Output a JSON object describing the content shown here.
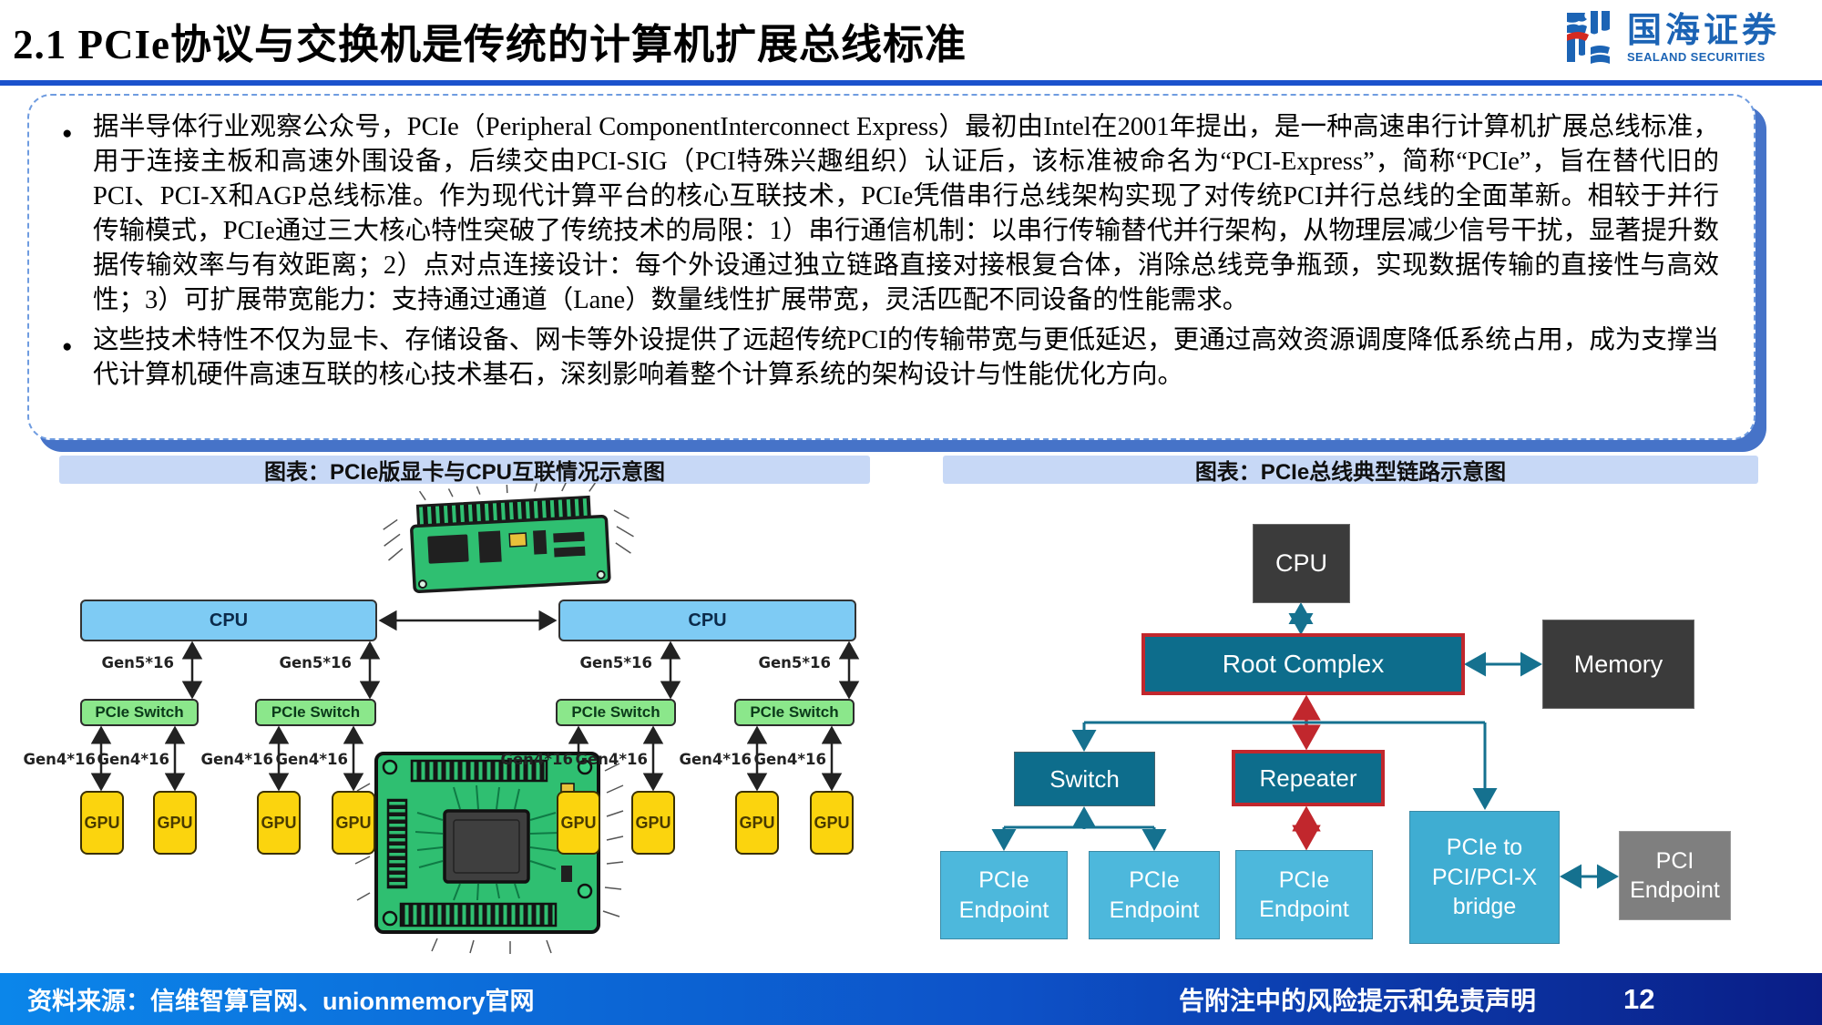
{
  "header": {
    "title": "2.1 PCIe协议与交换机是传统的计算机扩展总线标准",
    "logo": {
      "cn": "国海证券",
      "en": "SEALAND SECURITIES"
    }
  },
  "bullets": [
    "据半导体行业观察公众号，PCIe（Peripheral ComponentInterconnect Express）最初由Intel在2001年提出，是一种高速串行计算机扩展总线标准，用于连接主板和高速外围设备，后续交由PCI-SIG（PCI特殊兴趣组织）认证后，该标准被命名为“PCI-Express”，简称“PCIe”，旨在替代旧的PCI、PCI-X和AGP总线标准。作为现代计算平台的核心互联技术，PCIe凭借串行总线架构实现了对传统PCI并行总线的全面革新。相较于并行传输模式，PCIe通过三大核心特性突破了传统技术的局限：1）串行通信机制：以串行传输替代并行架构，从物理层减少信号干扰，显著提升数据传输效率与有效距离；2）点对点连接设计：每个外设通过独立链路直接对接根复合体，消除总线竞争瓶颈，实现数据传输的直接性与高效性；3）可扩展带宽能力：支持通过通道（Lane）数量线性扩展带宽，灵活匹配不同设备的性能需求。",
    "这些技术特性不仅为显卡、存储设备、网卡等外设提供了远超传统PCI的传输带宽与更低延迟，更通过高效资源调度降低系统占用，成为支撑当代计算机硬件高速互联的核心技术基石，深刻影响着整个计算系统的架构设计与性能优化方向。"
  ],
  "left_chart": {
    "caption": "图表：PCIe版显卡与CPU互联情况示意图",
    "cpu": "CPU",
    "switch": "PCIe Switch",
    "gpu": "GPU",
    "gen5": "Gen5*16",
    "gen4": "Gen4*16"
  },
  "right_chart": {
    "caption": "图表：PCIe总线典型链路示意图",
    "cpu": "CPU",
    "root_complex": "Root Complex",
    "memory": "Memory",
    "switch": "Switch",
    "repeater": "Repeater",
    "pcie_endpoint": "PCIe\nEndpoint",
    "bridge": "PCIe to\nPCI/PCI-X\nbridge",
    "pci_endpoint": "PCI\nEndpoint"
  },
  "footer": {
    "source": "资料来源：信维智算官网、unionmemory官网",
    "disclaimer": "告附注中的风险提示和免责声明",
    "page": "12"
  },
  "colors": {
    "title_rule": "#1b52cc",
    "logo_blue": "#1c64b5",
    "box_shadow_blue": "#4673c8",
    "caption_bg": "#c7d8f6",
    "cpu_blue": "#7ecbf4",
    "switch_green": "#8be78b",
    "gpu_yellow": "#fbd40e",
    "teal_box": "#0d6d8c",
    "light_blue_box": "#4db8dc",
    "dark_box": "#3b3b3b",
    "gray_box": "#7f7f7f",
    "red_accent": "#c1272d",
    "teal_wire": "#15718f",
    "footer_left": "#0b86ea",
    "footer_right": "#0a1d86"
  }
}
